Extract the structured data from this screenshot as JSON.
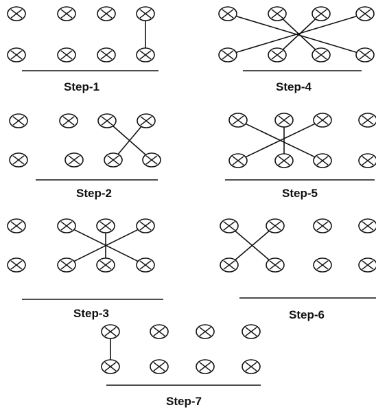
{
  "steps": [
    {
      "label": "Step-1",
      "connections": [
        [
          3,
          7
        ]
      ]
    },
    {
      "label": "Step-2",
      "connections": [
        [
          2,
          7
        ],
        [
          3,
          6
        ]
      ]
    },
    {
      "label": "Step-3",
      "connections": [
        [
          1,
          7
        ],
        [
          2,
          6
        ],
        [
          3,
          5
        ]
      ]
    },
    {
      "label": "Step-4",
      "connections": [
        [
          0,
          7
        ],
        [
          1,
          6
        ],
        [
          2,
          5
        ],
        [
          3,
          4
        ]
      ]
    },
    {
      "label": "Step-5",
      "connections": [
        [
          0,
          6
        ],
        [
          1,
          5
        ],
        [
          2,
          4
        ]
      ]
    },
    {
      "label": "Step-6",
      "connections": [
        [
          0,
          5
        ],
        [
          1,
          4
        ]
      ]
    },
    {
      "label": "Step-7",
      "connections": [
        [
          0,
          4
        ]
      ]
    }
  ],
  "colors": {
    "stroke": "#111111",
    "lamp_fill": "#ffffff",
    "background": "#ffffff"
  },
  "icons": {
    "node": "lamp-cross-circle-icon"
  }
}
